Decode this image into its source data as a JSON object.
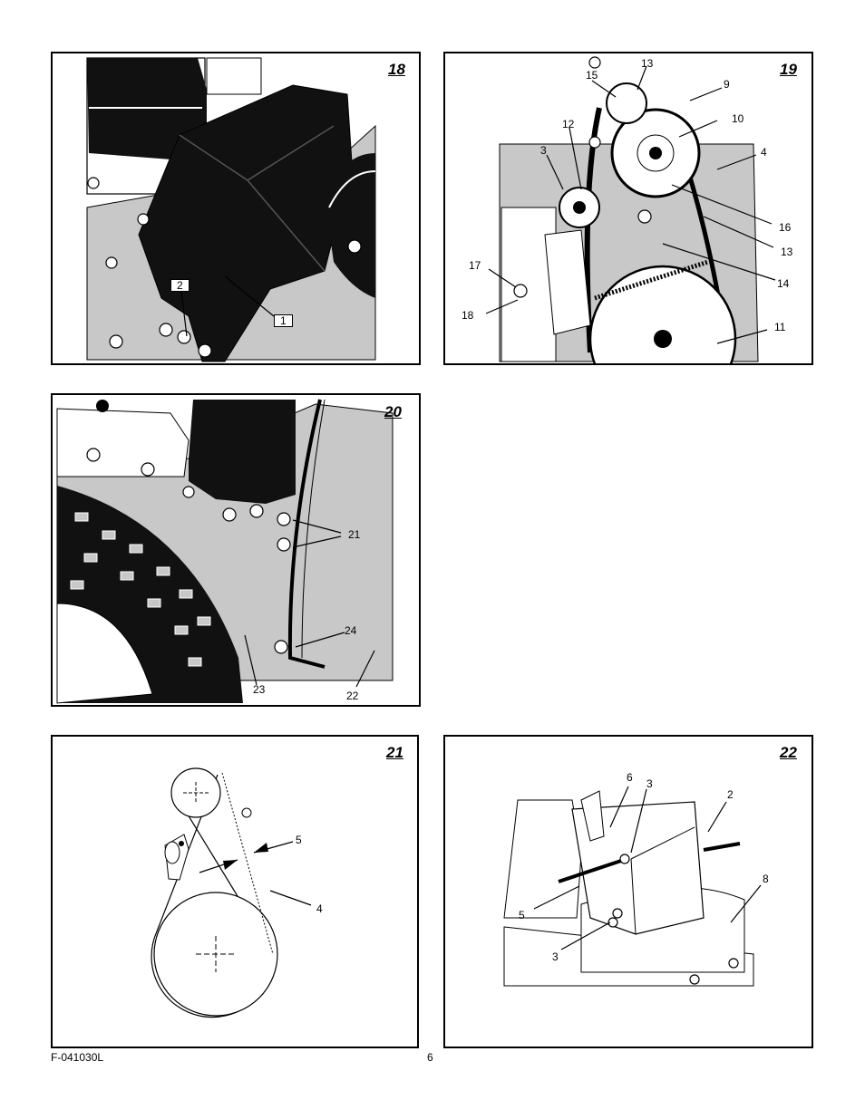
{
  "footer": {
    "doc_code": "F-041030L",
    "page_number": "6"
  },
  "colors": {
    "ink": "#000000",
    "shade": "#c8c8c8",
    "dark": "#111111",
    "paper": "#ffffff"
  },
  "figures": {
    "fig18": {
      "number": "18",
      "labels": {
        "l1": "1",
        "l2": "2"
      }
    },
    "fig19": {
      "number": "19",
      "labels": {
        "l13a": "13",
        "l15": "15",
        "l9": "9",
        "l10": "10",
        "l12": "12",
        "l3": "3",
        "l4": "4",
        "l16": "16",
        "l13b": "13",
        "l17": "17",
        "l14": "14",
        "l18": "18",
        "l11": "11"
      }
    },
    "fig20": {
      "number": "20",
      "labels": {
        "l21": "21",
        "l24": "24",
        "l23": "23",
        "l22": "22"
      }
    },
    "fig21": {
      "number": "21",
      "labels": {
        "l5": "5",
        "l4": "4"
      }
    },
    "fig22": {
      "number": "22",
      "labels": {
        "l6": "6",
        "l3a": "3",
        "l2": "2",
        "l8": "8",
        "l5": "5",
        "l3b": "3"
      }
    }
  }
}
